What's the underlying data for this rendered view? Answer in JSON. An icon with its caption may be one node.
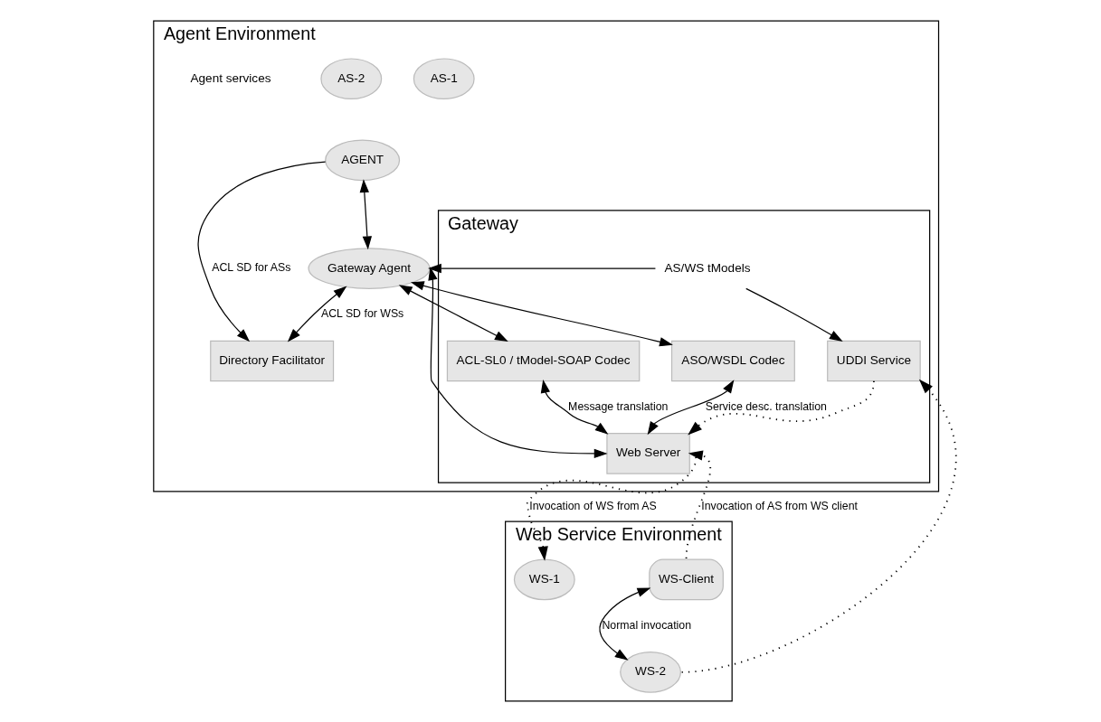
{
  "diagram": {
    "nodes": [
      {
        "text": [
          "Agent Environment"
        ]
      },
      {
        "text": [
          "AS-1"
        ],
        "in": 0
      },
      {
        "text": [
          "AS-2"
        ],
        "in": 0
      },
      {
        "text": [
          "AGENT"
        ],
        "in": 0
      },
      {
        "text": [
          "Gateway"
        ],
        "in": 0
      },
      {
        "text": [
          "AS/WS tModels"
        ],
        "in": 4
      },
      {
        "text": [
          "UDDI Service"
        ],
        "in": 4
      },
      {
        "text": [
          "Web Server"
        ],
        "in": 4
      },
      {
        "text": [
          "Gateway Agent"
        ],
        "in": 0
      },
      {
        "text": [
          "ACL-SL0 / tModel-SOAP Codec"
        ],
        "in": 4
      },
      {
        "text": [
          "ASO/WSDL Codec"
        ],
        "in": 4
      },
      {
        "text": [
          "Directory Facilitator"
        ],
        "in": 0
      },
      {
        "text": [
          "Web Service Environment"
        ]
      },
      {
        "text": [
          "WS-1"
        ],
        "in": 12
      },
      {
        "text": [
          "WS-Client"
        ],
        "in": 12
      },
      {
        "text": [
          "WS-2"
        ],
        "in": 12
      }
    ],
    "edges": [
      {
        "from": 3,
        "to": 11,
        "arrow": "to",
        "label": "ACL SD for ASs"
      },
      {
        "from": 3,
        "to": 8,
        "arrow": "both"
      },
      {
        "from": 8,
        "to": 11,
        "arrow": "both",
        "label": "ACL SD for WSs"
      },
      {
        "from": 5,
        "to": 6,
        "arrow": "to"
      },
      {
        "from": 5,
        "to": 8,
        "arrow": "to"
      },
      {
        "from": 6,
        "to": 7,
        "arrow": "to",
        "style": "dashed"
      },
      {
        "from": 8,
        "to": 7,
        "arrow": "both"
      },
      {
        "from": 8,
        "to": 9,
        "arrow": "both"
      },
      {
        "from": 9,
        "to": 7,
        "arrow": "both",
        "label": "Message translation"
      },
      {
        "from": 8,
        "to": 10,
        "arrow": "both"
      },
      {
        "from": 10,
        "to": 7,
        "arrow": "both",
        "label": "Service desc. translation"
      },
      {
        "from": 7,
        "to": 13,
        "arrow": "to",
        "style": "dashed",
        "label": "Invocation of WS from AS"
      },
      {
        "from": 14,
        "to": 7,
        "arrow": "to",
        "style": "dashed",
        "label": "Invocation of AS from WS client"
      },
      {
        "from": 14,
        "to": 15,
        "arrow": "both",
        "label": "Normal invocation"
      },
      {
        "from": 15,
        "to": 6,
        "arrow": "to",
        "style": "dashed"
      }
    ],
    "labels": [
      "Agent services"
    ]
  }
}
